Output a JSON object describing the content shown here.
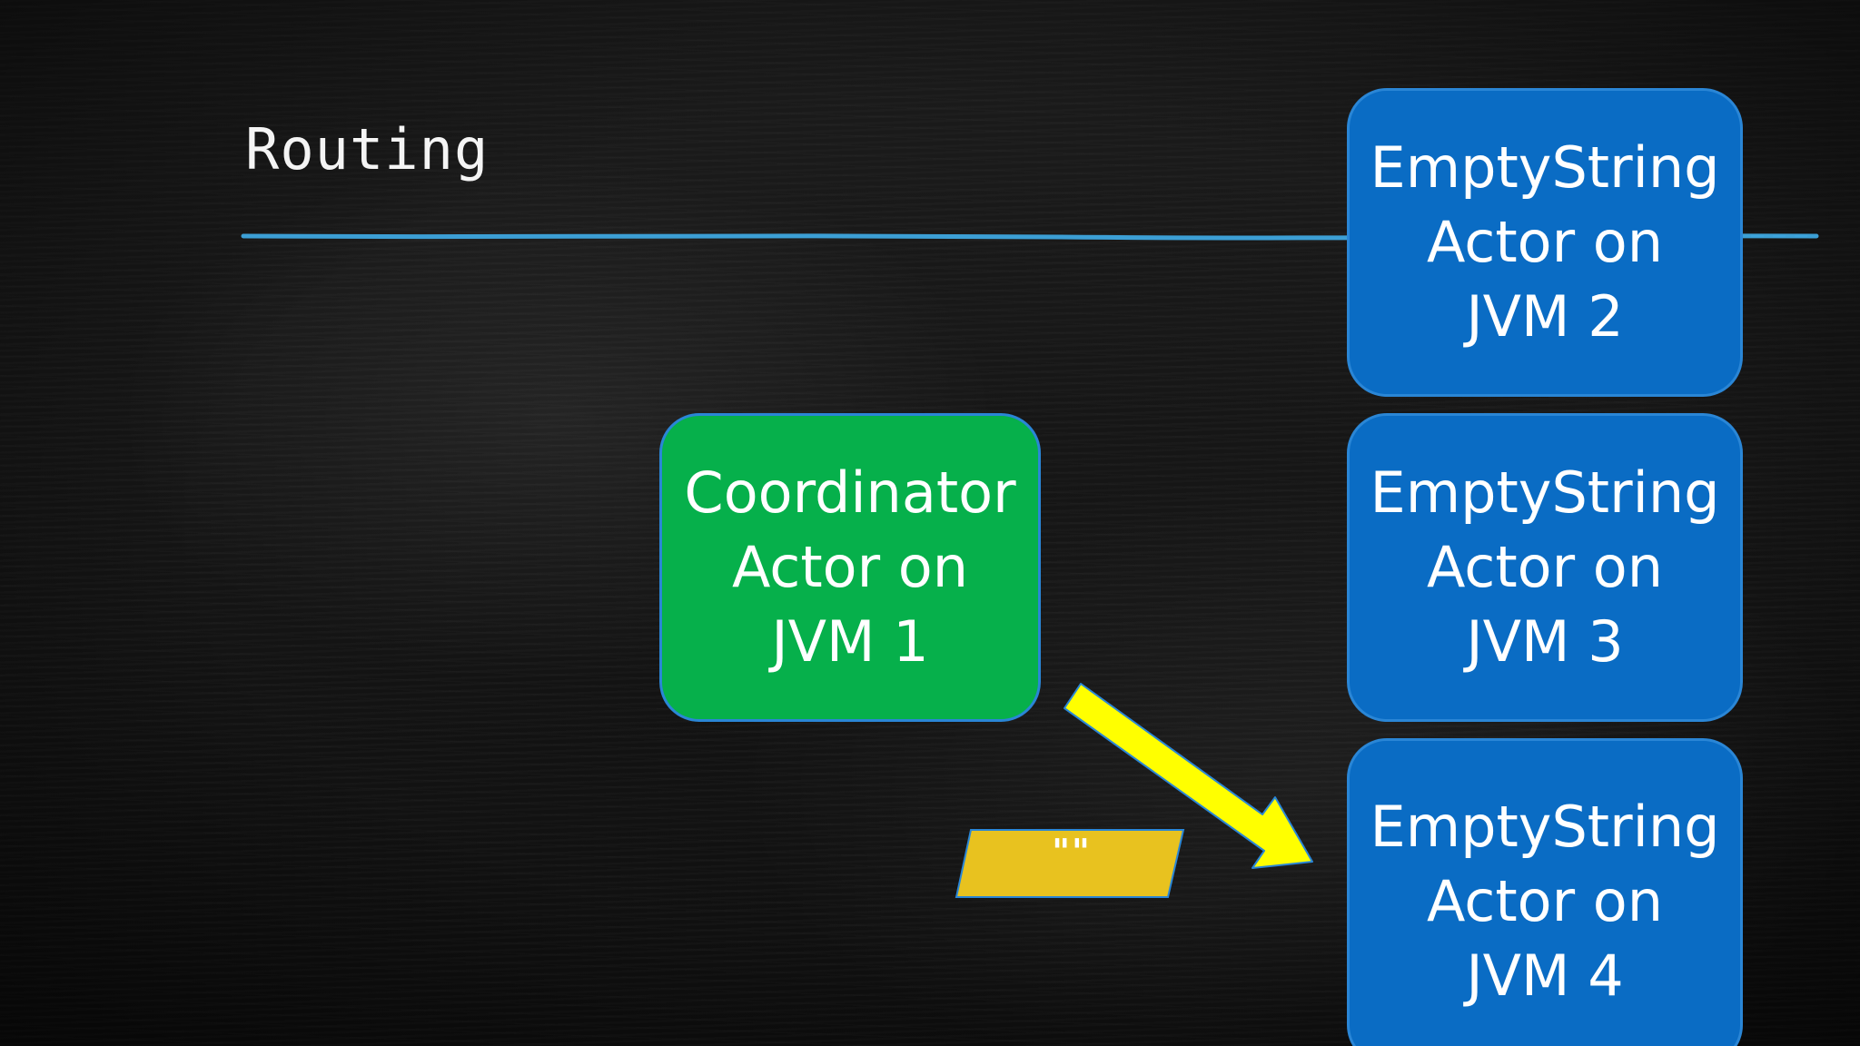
{
  "slide": {
    "title": "Routing",
    "accent_color": "#3ea6df",
    "background_color": "#161616"
  },
  "nodes": {
    "coordinator": {
      "lines": [
        "Coordinator",
        "Actor on",
        "JVM 1"
      ],
      "color": "#06b04b"
    },
    "worker_jvm2": {
      "lines": [
        "EmptyString",
        "Actor on",
        "JVM 2"
      ],
      "color": "#0a6cc4"
    },
    "worker_jvm3": {
      "lines": [
        "EmptyString",
        "Actor on",
        "JVM 3"
      ],
      "color": "#0a6cc4"
    },
    "worker_jvm4": {
      "lines": [
        "EmptyString",
        "Actor on",
        "JVM 4"
      ],
      "color": "#0a6cc4"
    }
  },
  "message": {
    "label": "\"\"",
    "card_color": "#e8c21f",
    "arrow_color": "#ffff00",
    "arrow_from": "coordinator",
    "arrow_to": "worker_jvm4"
  }
}
